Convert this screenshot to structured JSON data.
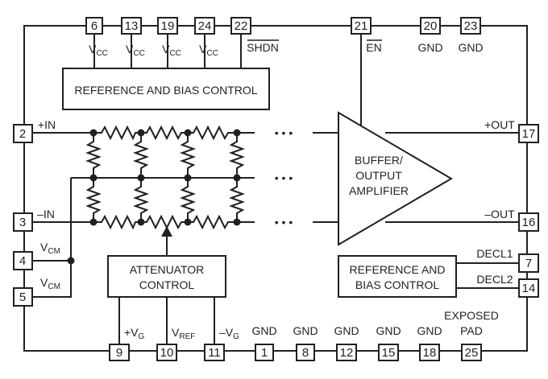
{
  "pins": {
    "p6": "6",
    "p13": "13",
    "p19": "19",
    "p24": "24",
    "p22": "22",
    "p21": "21",
    "p20": "20",
    "p23": "23",
    "p2": "2",
    "p3": "3",
    "p4": "4",
    "p5": "5",
    "p17": "17",
    "p16": "16",
    "p7": "7",
    "p14": "14",
    "p9": "9",
    "p10": "10",
    "p11": "11",
    "p1": "1",
    "p8": "8",
    "p12": "12",
    "p15": "15",
    "p18": "18",
    "p25": "25"
  },
  "signals": {
    "vcc": "V",
    "vcc_sub": "CC",
    "shdn": "SHDN",
    "en": "EN",
    "gnd": "GND",
    "in_pos": "+IN",
    "in_neg": "–IN",
    "vcm": "V",
    "vcm_sub": "CM",
    "out_pos": "+OUT",
    "out_neg": "–OUT",
    "decl1": "DECL1",
    "decl2": "DECL2",
    "vg_pos": "+V",
    "vg_pos_sub": "G",
    "vref": "V",
    "vref_sub": "REF",
    "vg_neg": "–V",
    "vg_neg_sub": "G",
    "exposed": "EXPOSED",
    "pad": "PAD"
  },
  "blocks": {
    "ref_bias_top": "REFERENCE AND BIAS CONTROL",
    "buffer_l1": "BUFFER/",
    "buffer_l2": "OUTPUT",
    "buffer_l3": "AMPLIFIER",
    "attenuator_l1": "ATTENUATOR",
    "attenuator_l2": "CONTROL",
    "ref_bias_r1": "REFERENCE AND",
    "ref_bias_r2": "BIAS CONTROL"
  },
  "ellipsis": "• • •"
}
